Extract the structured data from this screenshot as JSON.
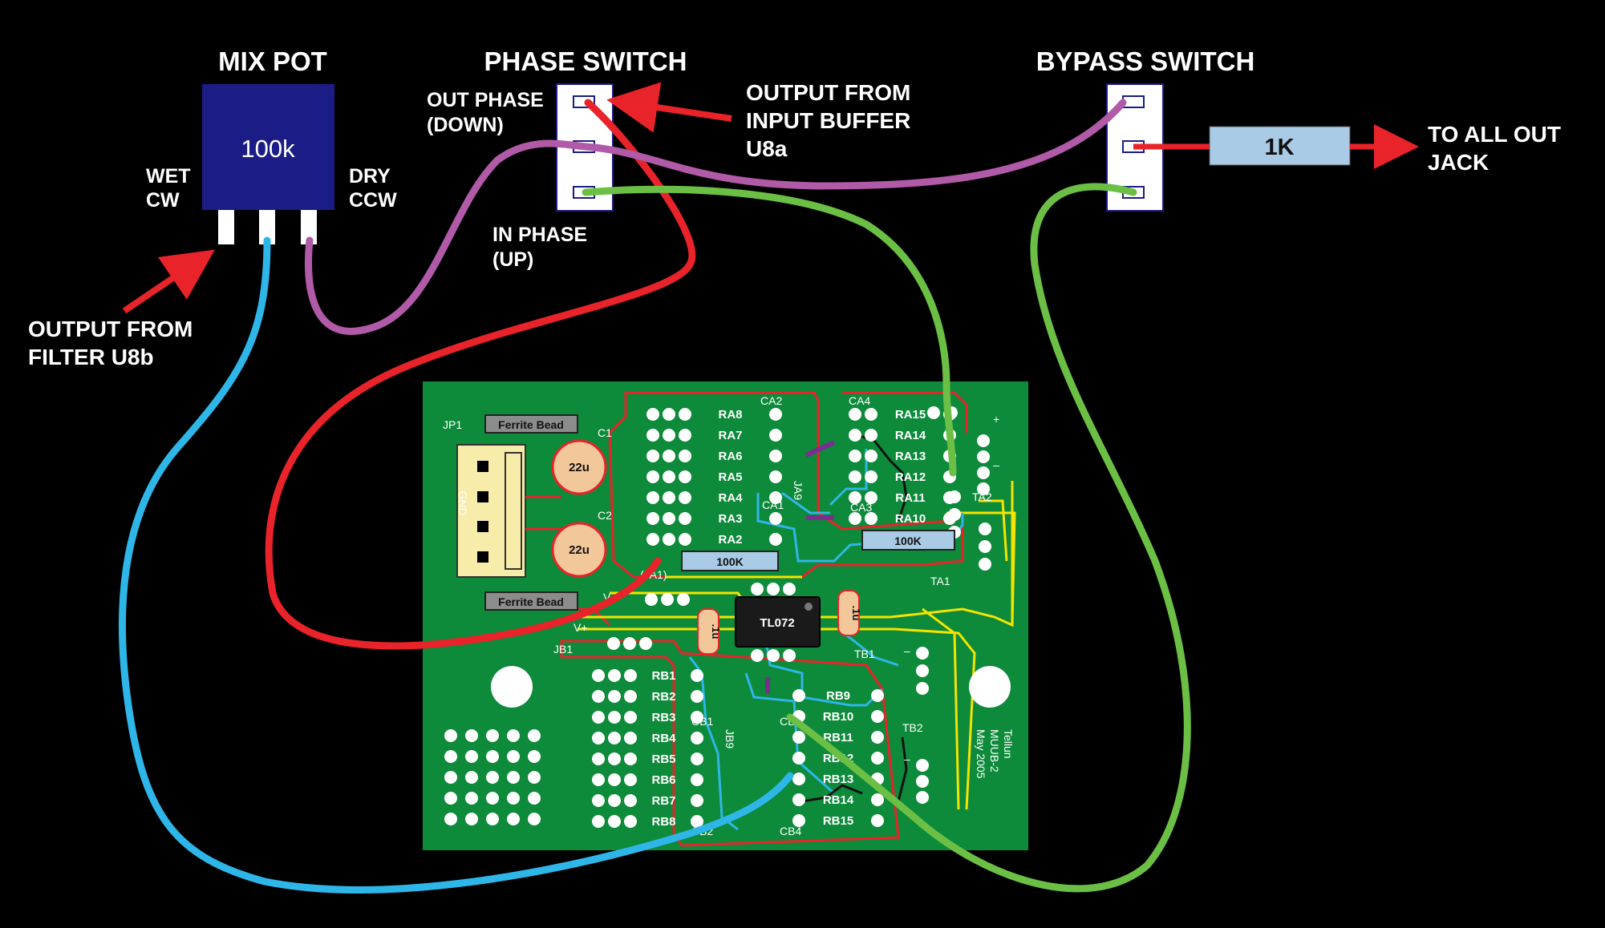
{
  "mix_pot": {
    "title": "MIX POT",
    "value": "100k",
    "wet_label_1": "WET",
    "wet_label_2": "CW",
    "dry_label_1": "DRY",
    "dry_label_2": "CCW"
  },
  "phase_switch": {
    "title": "PHASE SWITCH",
    "out_phase_1": "OUT PHASE",
    "out_phase_2": "(DOWN)",
    "in_phase_1": "IN PHASE",
    "in_phase_2": "(UP)"
  },
  "bypass_switch": {
    "title": "BYPASS SWITCH",
    "resistor": "1K",
    "to_out_1": "TO ALL OUT",
    "to_out_2": "JACK"
  },
  "annotations": {
    "input_buffer_1": "OUTPUT FROM",
    "input_buffer_2": "INPUT BUFFER",
    "input_buffer_3": "U8a",
    "filter_1": "OUTPUT FROM",
    "filter_2": "FILTER U8b"
  },
  "pcb": {
    "jp1": "JP1",
    "ferrite_top": "Ferrite Bead",
    "ferrite_bottom": "Ferrite Bead",
    "cap_c1_label": "C1",
    "cap_c2_label": "C2",
    "cap_c1_value": "22u",
    "cap_c2_value": "22u",
    "gnd": "GND",
    "ra_resistors": [
      "RA8",
      "RA7",
      "RA6",
      "RA5",
      "RA4",
      "RA3",
      "RA2"
    ],
    "ra_right": [
      "RA15",
      "RA14",
      "RA13",
      "RA12",
      "RA11",
      "RA10"
    ],
    "rb_left": [
      "RB1",
      "RB2",
      "RB3",
      "RB4",
      "RB5",
      "RB6",
      "RB7",
      "RB8"
    ],
    "rb_right": [
      "RB9",
      "RB10",
      "RB11",
      "RB12",
      "RB13",
      "RB14",
      "RB15"
    ],
    "ca2": "CA2",
    "ca4": "CA4",
    "ca1": "CA1",
    "ca3": "CA3",
    "ja9": "JA9",
    "cb1": "CB1",
    "cb2": "CB2",
    "cb3": "CB3",
    "cb4": "CB4",
    "jb9": "JB9",
    "resistor_100k_left": "100K",
    "resistor_100k_right": "100K",
    "ta1": "TA1",
    "ta2": "TA2",
    "tb1": "TB1",
    "tb2": "TB2",
    "jb1": "JB1",
    "ja1": "(JA1)",
    "v_minus": "V-",
    "v_plus": "V+",
    "ic": "TL072",
    "cap_01_left": ".1u",
    "cap_01_right": ".1u",
    "plus": "+",
    "minus": "–",
    "credit_1": "Tellun",
    "credit_2": "MUUB-2",
    "credit_3": "May 2005"
  },
  "colors": {
    "background": "#000000",
    "pcb": "#0d8a3a",
    "wire_red": "#e8232a",
    "wire_purple": "#b05aa8",
    "wire_green": "#6cbf45",
    "wire_blue": "#2fb6e8",
    "pot_body": "#1c1c86",
    "resistor_blue": "#a9cbe6",
    "cap_tan": "#f2c79a",
    "trace_yellow": "#f5e400",
    "trace_cyan": "#2fb6e8"
  }
}
